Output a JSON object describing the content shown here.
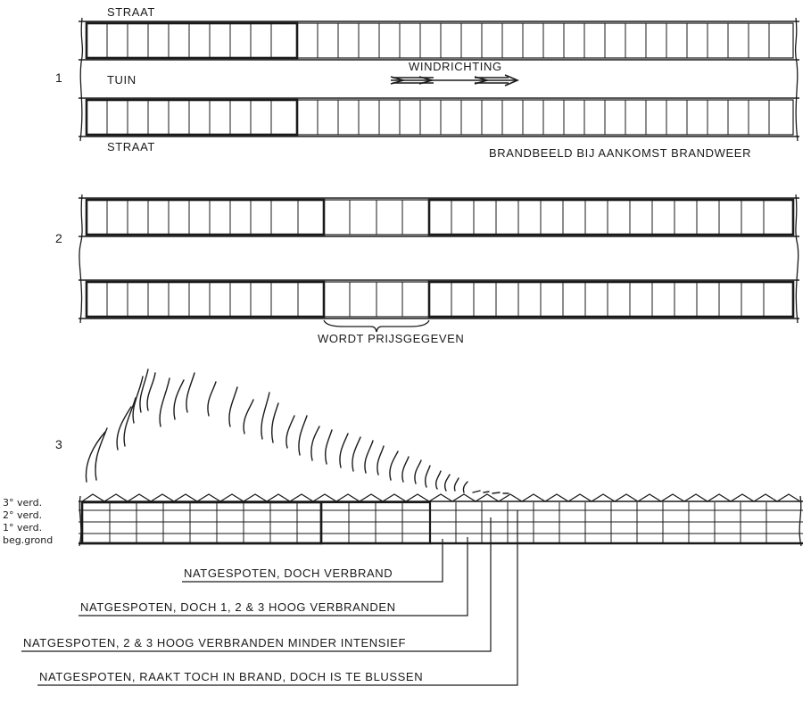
{
  "diagram1": {
    "number": "1",
    "top_label": "STRAAT",
    "middle_label": "TUIN",
    "wind_label": "WINDRICHTING",
    "bottom_label": "STRAAT",
    "caption": "BRANDBEELD BIJ AANKOMST BRANDWEER"
  },
  "diagram2": {
    "number": "2",
    "caption": "WORDT PRIJSGEGEVEN"
  },
  "diagram3": {
    "number": "3",
    "floors": [
      "3° verd.",
      "2° verd.",
      "1° verd.",
      "beg.grond"
    ],
    "annotations": [
      "NATGESPOTEN, DOCH VERBRAND",
      "NATGESPOTEN, DOCH 1, 2 & 3 HOOG VERBRANDEN",
      "NATGESPOTEN, 2 & 3 HOOG VERBRANDEN MINDER INTENSIEF",
      "NATGESPOTEN, RAAKT TOCH IN BRAND, DOCH IS TE BLUSSEN"
    ]
  }
}
